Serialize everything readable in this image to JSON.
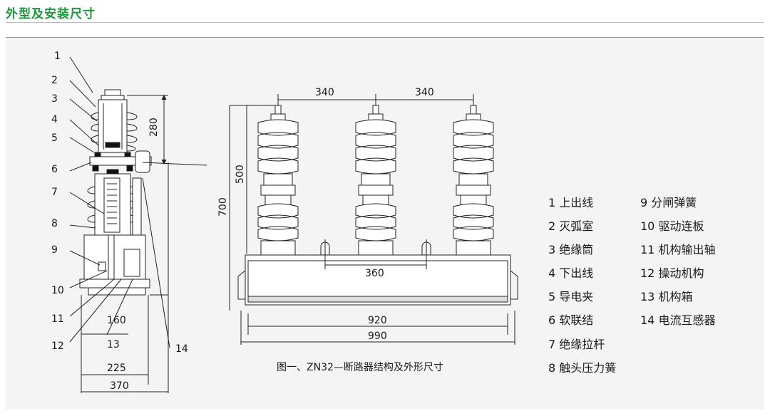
{
  "header": {
    "title": "外型及安装尺寸"
  },
  "side_view": {
    "part_numbers": [
      "1",
      "2",
      "3",
      "4",
      "5",
      "6",
      "7",
      "8",
      "9",
      "10",
      "11",
      "12",
      "13",
      "14"
    ],
    "dims": {
      "d280": "280",
      "d160": "160",
      "d225": "225",
      "d370": "370"
    }
  },
  "front_view": {
    "dims": {
      "d340a": "340",
      "d340b": "340",
      "d500": "500",
      "d700": "700",
      "d360": "360",
      "d920": "920",
      "d990": "990"
    },
    "caption": "图一、ZN32—断路器结构及外形尺寸"
  },
  "legend": {
    "col1": [
      "1 上出线",
      "2 灭弧室",
      "3 绝缘筒",
      "4 下出线",
      "5 导电夹",
      "6 软联结",
      "7 绝缘拉杆",
      "8 触头压力簧"
    ],
    "col2": [
      "9 分闸弹簧",
      "10 驱动连板",
      "11 机构输出轴",
      "12 操动机构",
      "13 机构箱",
      "14 电流互感器"
    ]
  }
}
